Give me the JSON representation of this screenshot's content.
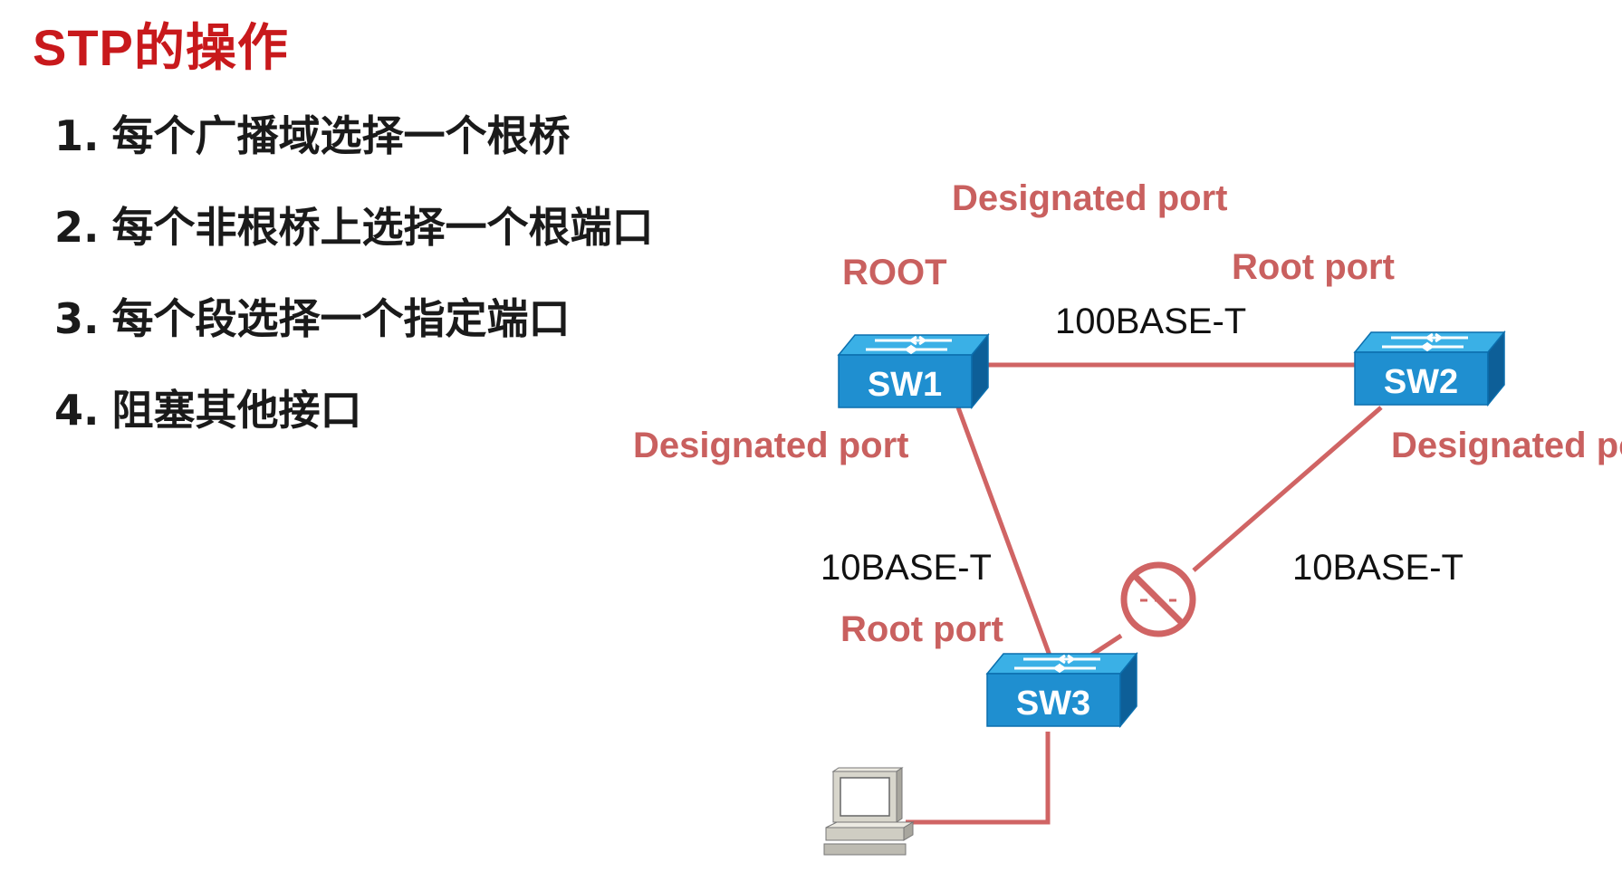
{
  "title": "STP的操作",
  "steps": [
    {
      "num": "1.",
      "text": "每个广播域选择一个根桥"
    },
    {
      "num": "2.",
      "text": "每个非根桥上选择一个根端口"
    },
    {
      "num": "3.",
      "text": "每个段选择一个指定端口"
    },
    {
      "num": "4.",
      "text": "阻塞其他接口"
    }
  ],
  "diagram": {
    "switches": {
      "sw1": "SW1",
      "sw2": "SW2",
      "sw3": "SW3"
    },
    "root_label": "ROOT",
    "port_labels": {
      "sw1_to_sw2": "Designated port",
      "sw2_to_sw1": "Root port",
      "sw1_to_sw3": "Designated port",
      "sw2_to_sw3": "Designated port",
      "sw3_to_sw1": "Root port"
    },
    "link_labels": {
      "sw1_sw2": "100BASE-T",
      "sw1_sw3": "10BASE-T",
      "sw2_sw3": "10BASE-T"
    },
    "blocked_link": "sw2_sw3",
    "colors": {
      "title": "#c8191c",
      "port_label": "#c9605f",
      "link": "#d06464",
      "switch_top": "#3ab0e6",
      "switch_front": "#1f8fd0",
      "switch_side": "#0d5f98"
    },
    "icons": [
      "switch-icon",
      "blocked-port-icon",
      "computer-icon"
    ]
  }
}
